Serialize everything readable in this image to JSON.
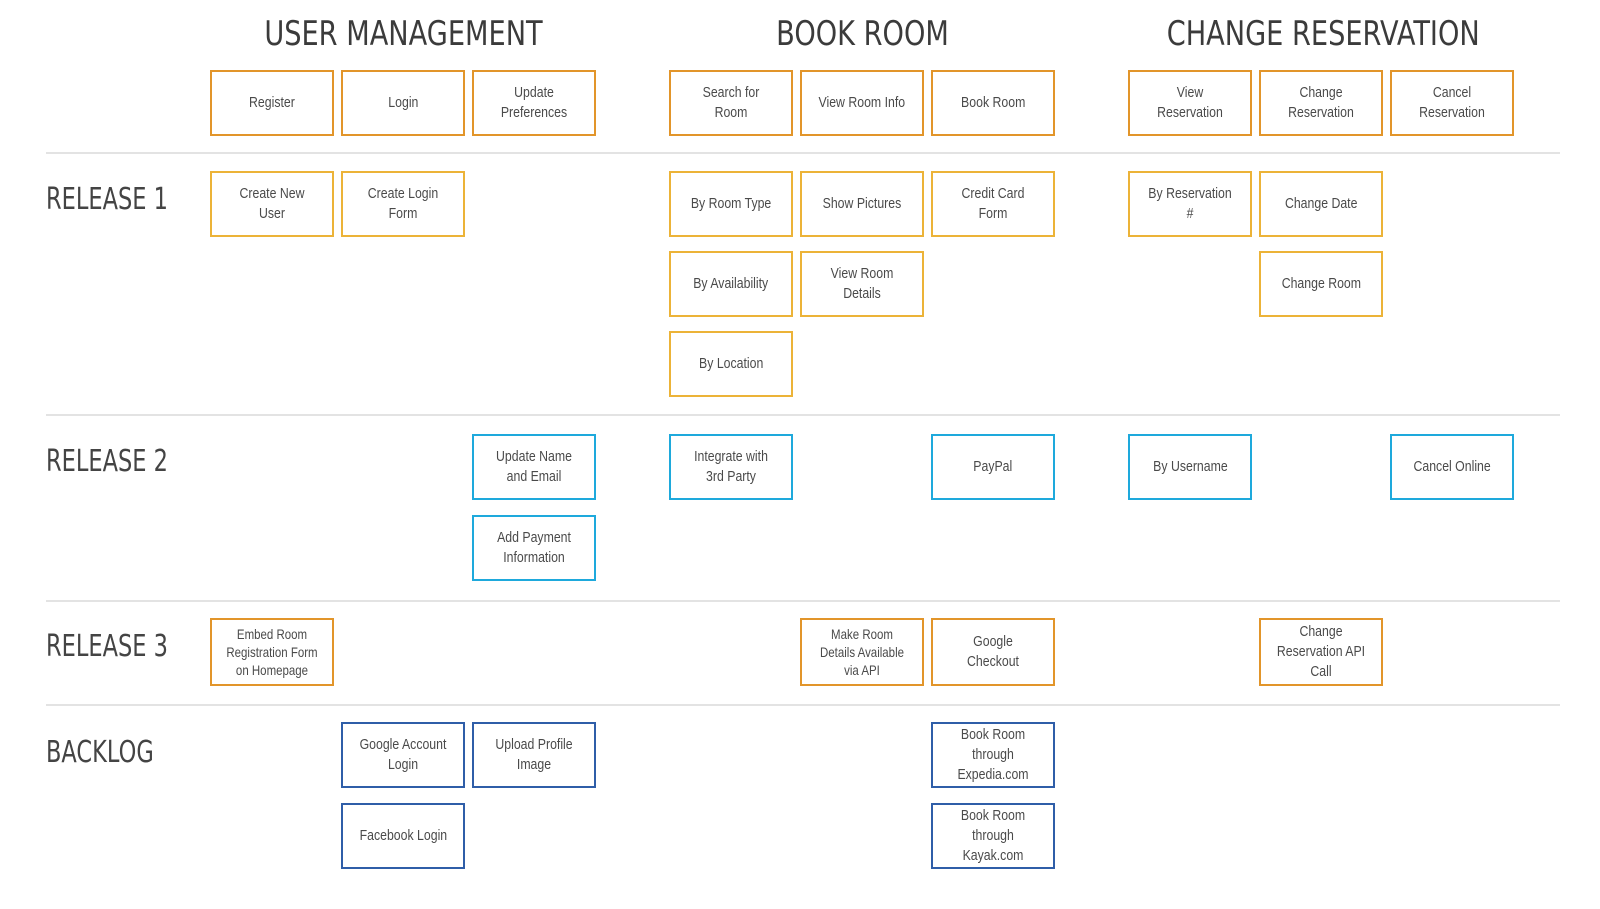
{
  "epics": [
    "USER MANAGEMENT",
    "BOOK ROOM",
    "CHANGE RESERVATION"
  ],
  "activities": [
    "Register",
    "Login",
    "Update Preferences",
    "Search for Room",
    "View Room Info",
    "Book Room",
    "View Reservation",
    "Change Reservation",
    "Cancel Reservation"
  ],
  "releases": [
    "RELEASE 1",
    "RELEASE 2",
    "RELEASE 3",
    "BACKLOG"
  ],
  "stories": {
    "release1": [
      "Create New User",
      "Create Login Form",
      "By Room Type",
      "Show Pictures",
      "Credit Card Form",
      "By Reservation #",
      "Change Date",
      "By Availability",
      "View Room Details",
      "Change Room",
      "By Location"
    ],
    "release2": [
      "Update Name and Email",
      "Integrate with 3rd Party",
      "PayPal",
      "By Username",
      "Cancel Online",
      "Add Payment Information"
    ],
    "release3": [
      "Embed Room Registration Form on Homepage",
      "Make Room Details Available via API",
      "Google Checkout",
      "Change Reservation API Call"
    ],
    "backlog": [
      "Google Account Login",
      "Upload Profile Image",
      "Book Room through Expedia.com",
      "Facebook Login",
      "Book Room through Kayak.com"
    ]
  },
  "colors": {
    "activity_border": "#e2952a",
    "release1_border": "#ecb338",
    "release2_border": "#1ea9dc",
    "release3_border": "#e2952a",
    "backlog_border": "#2f5ea8",
    "divider": "#e3e3e3"
  }
}
